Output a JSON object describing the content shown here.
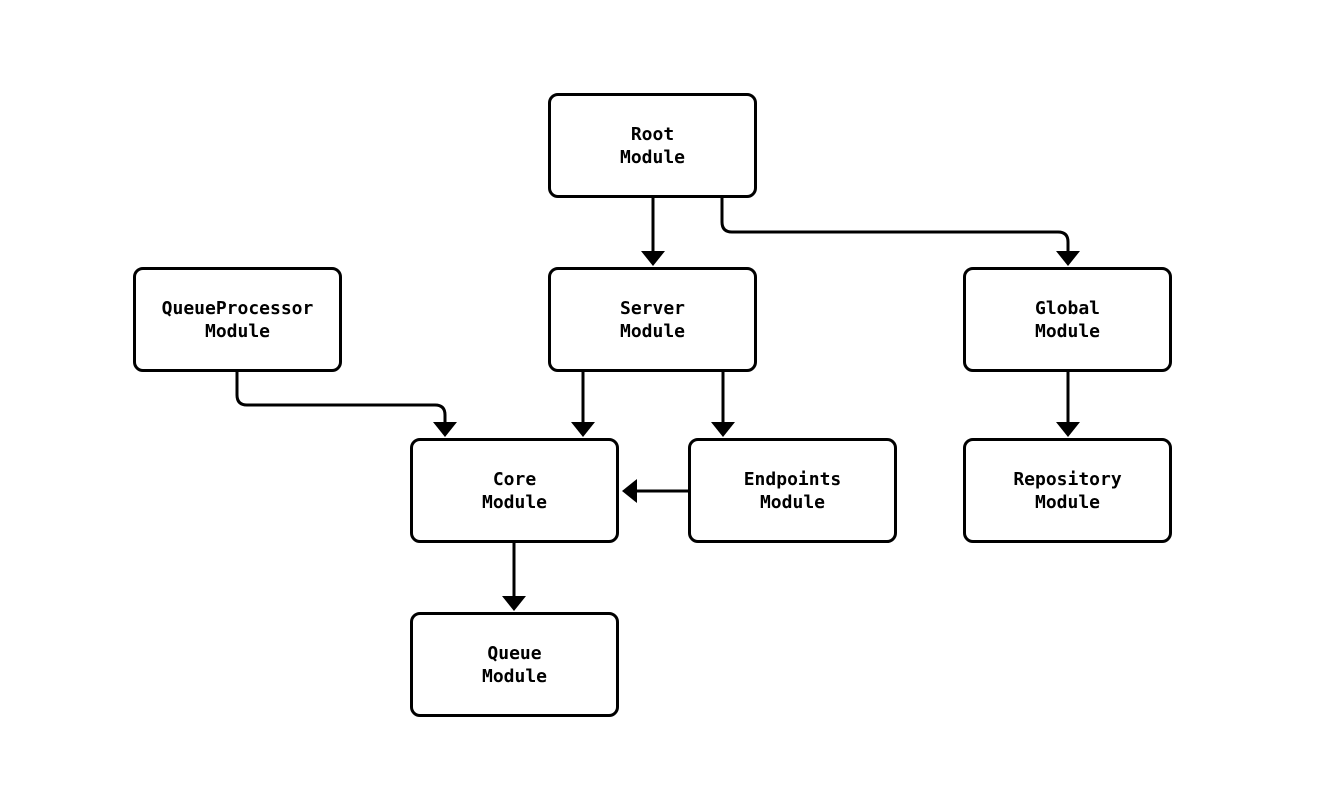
{
  "diagram": {
    "type": "module-dependency-graph",
    "background_color": "#ffffff",
    "node_border_color": "#000000",
    "node_fill_color": "#ffffff",
    "text_color": "#000000",
    "edge_color": "#000000"
  },
  "nodes": {
    "root": {
      "label": "Root\nModule"
    },
    "queueprocessor": {
      "label": "QueueProcessor\nModule"
    },
    "server": {
      "label": "Server\nModule"
    },
    "global": {
      "label": "Global\nModule"
    },
    "core": {
      "label": "Core\nModule"
    },
    "endpoints": {
      "label": "Endpoints\nModule"
    },
    "repository": {
      "label": "Repository\nModule"
    },
    "queue": {
      "label": "Queue\nModule"
    }
  },
  "edges": [
    {
      "from": "Root Module",
      "to": "Server Module"
    },
    {
      "from": "Root Module",
      "to": "Global Module"
    },
    {
      "from": "QueueProcessor Module",
      "to": "Core Module"
    },
    {
      "from": "Server Module",
      "to": "Core Module"
    },
    {
      "from": "Server Module",
      "to": "Endpoints Module"
    },
    {
      "from": "Endpoints Module",
      "to": "Core Module"
    },
    {
      "from": "Global Module",
      "to": "Repository Module"
    },
    {
      "from": "Core Module",
      "to": "Queue Module"
    }
  ]
}
